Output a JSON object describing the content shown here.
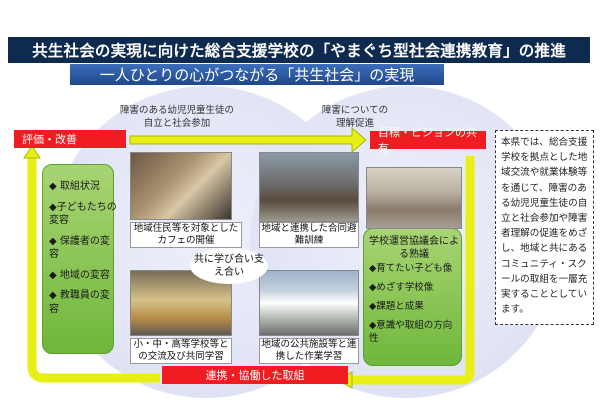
{
  "title": "共生社会の実現に向けた総合支援学校の「やまぐち型社会連携教育」の推進",
  "subtitle": "一人ひとりの心がつながる「共生社会」の実現",
  "circles": {
    "left_caption": "障害のある幼児児童生徒の\n自立と社会参加",
    "right_caption": "障害についての\n理解促進"
  },
  "labels": {
    "evaluation": "評価・改善",
    "goal": "目標・ビジョンの共有",
    "collaboration": "連携・協働した取組"
  },
  "left_list": [
    "◆ 取組状況",
    "◆子どもたちの変容",
    "◆ 保護者の変容",
    "◆ 地域の変容",
    "◆ 教職員の変容"
  ],
  "right_box": {
    "title": "学校運営協議会による熟議",
    "items": [
      "◆育てたい子ども像",
      "◆めざす学校像",
      "◆課題と成果",
      "◆意識や取組の方向性"
    ]
  },
  "photos": {
    "p1": "地域住民等を対象としたカフェの開催",
    "p2": "地域と連携した合同避難訓練",
    "p3": "小・中・高等学校等との交流及び共同学習",
    "p4": "地域の公共施設等と連携した作業学習",
    "center": "共に学び合い支え合い"
  },
  "sidebar_text": "本県では、総合支援学校を拠点とした地域交流や就業体験等を通じて、障害のある幼児児童生徒の自立と社会参加や障害者理解の促進をめざし、地域と共にあるコミュニティ・スクールの取組を一層充実することとしています。",
  "colors": {
    "title_bg": "#0e2a4f",
    "subtitle_bg": "#2a5aa6",
    "label_red": "#ef1c22",
    "arrow_yellow": "#e8ef14",
    "box_green": "#84c44d"
  }
}
